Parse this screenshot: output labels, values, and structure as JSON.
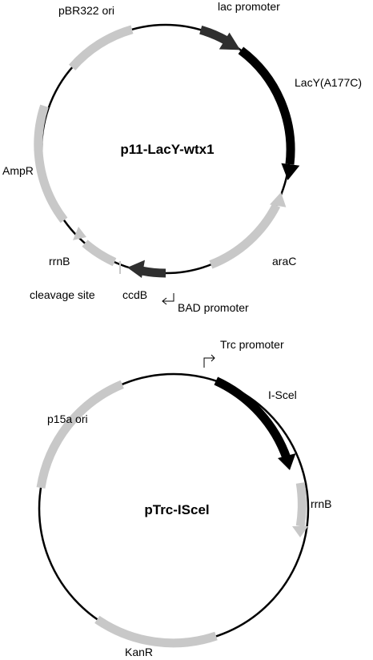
{
  "colors": {
    "backbone": "#000000",
    "gene_gray": "#c8c8c8",
    "gene_dark": "#2f2f2f",
    "gene_black": "#000000"
  },
  "plasmids": [
    {
      "name": "p11-LacY-wtx1",
      "features": [
        {
          "label": "lac promoter",
          "type": "dark-arrow"
        },
        {
          "label": "LacY(A177C)",
          "type": "black-arrow"
        },
        {
          "label": "araC",
          "type": "gray-arrow"
        },
        {
          "label": "BAD promoter",
          "type": "promoter-glyph"
        },
        {
          "label": "ccdB",
          "type": "dark-arrow"
        },
        {
          "label": "cleavage site",
          "type": "site"
        },
        {
          "label": "rrnB",
          "type": "gray-arrow"
        },
        {
          "label": "AmpR",
          "type": "gray-block"
        },
        {
          "label": "pBR322 ori",
          "type": "gray-block"
        }
      ]
    },
    {
      "name": "pTrc-IScel",
      "features": [
        {
          "label": "Trc promoter",
          "type": "promoter-glyph"
        },
        {
          "label": "I-Scel",
          "type": "black-arrow"
        },
        {
          "label": "rrnB",
          "type": "gray-arrow"
        },
        {
          "label": "KanR",
          "type": "gray-block"
        },
        {
          "label": "p15a ori",
          "type": "gray-block"
        }
      ]
    }
  ]
}
